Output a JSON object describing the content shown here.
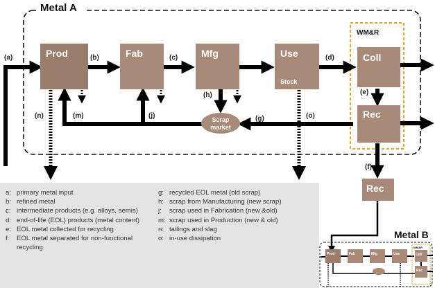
{
  "diagram": {
    "title_a": "Metal A",
    "title_b": "Metal B",
    "wmr_label": "WM&R",
    "boxes": {
      "prod": "Prod",
      "fab": "Fab",
      "mfg": "Mfg",
      "use": "Use",
      "use_sub": "Stock",
      "coll": "Coll",
      "rec": "Rec",
      "rec2": "Rec"
    },
    "scrap_market": [
      "Scrap",
      "market"
    ],
    "flow_labels": {
      "a": "(a)",
      "b": "(b)",
      "c": "(c)",
      "d": "(d)",
      "e": "(e)",
      "f": "(f)",
      "g": "(g)",
      "h": "(h)",
      "j": "(j)",
      "m": "(m)",
      "n": "(n)",
      "o": "(o)"
    },
    "mini": {
      "prod": "Prod",
      "fab": "Fab",
      "mfg": "Mfg",
      "use": "Use",
      "coll": "Coll",
      "rec": "Rec",
      "wmr": "WM&R"
    },
    "colors": {
      "box_prod": "#9a7d6a",
      "box": "#a88a78",
      "arrow": "#000000",
      "wmr_border": "#f0a020",
      "legend_bg": "#e4e4e4"
    }
  },
  "legend": {
    "left": [
      {
        "key": "a:",
        "text": "primary metal input"
      },
      {
        "key": "b:",
        "text": "refined metal"
      },
      {
        "key": "c:",
        "text": "intermediate products (e.g. alloys, semis)"
      },
      {
        "key": "d:",
        "text": "end-of-life (EOL) products (metal content)"
      },
      {
        "key": "e:",
        "text": "EOL metal collected for recycling"
      },
      {
        "key": "f:",
        "text": "EOL metal separated for non-functional recycling"
      }
    ],
    "right": [
      {
        "key": "g:",
        "text": "recycled EOL metal (old scrap)"
      },
      {
        "key": "h:",
        "text": "scrap from Manufacturing (new scrap)"
      },
      {
        "key": "j:",
        "text": "scrap used in Fabrication (new &old)"
      },
      {
        "key": "m:",
        "text": "scrap used in Production (new & old)"
      },
      {
        "key": "n:",
        "text": "tailings and slag"
      },
      {
        "key": "o:",
        "text": "in-use dissipation"
      }
    ]
  }
}
